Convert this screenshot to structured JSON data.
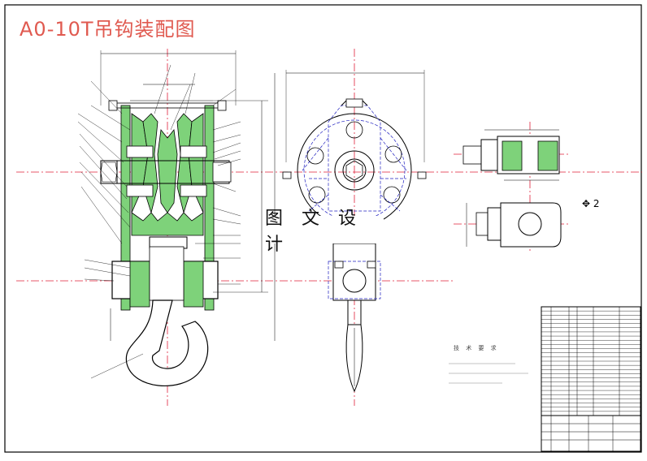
{
  "drawing": {
    "title": "A0-10T吊钩装配图",
    "watermark": "图 文 设 计",
    "view_label": "2",
    "notes_title": "技 术 要 求"
  },
  "colors": {
    "title": "#e05a50",
    "section_fill": "#7ed27a",
    "centerline": "#e0203a",
    "hidden_line": "#2020c0",
    "outline": "#000000"
  },
  "icons": {
    "view_marker": "arrow-icon"
  }
}
